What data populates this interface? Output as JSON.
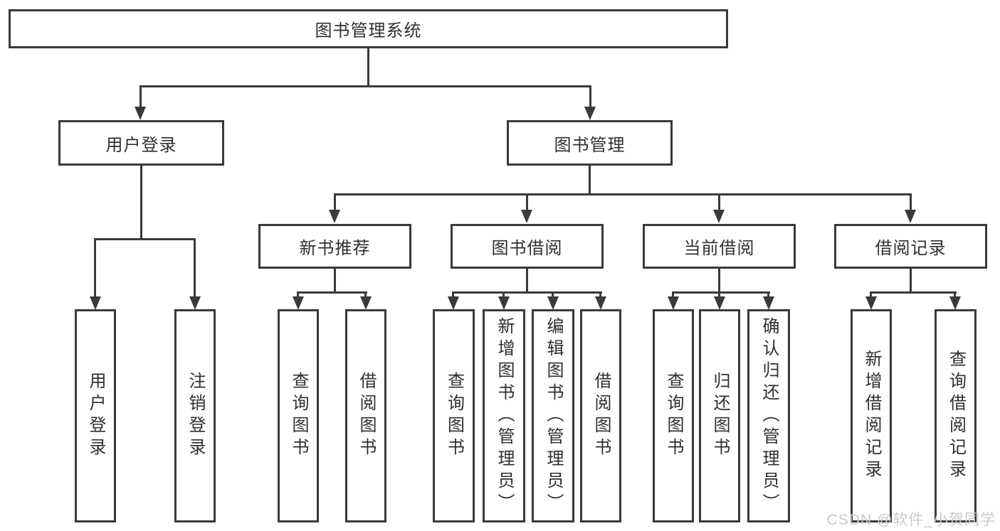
{
  "title": "图书管理系统",
  "watermark": "CSDN @软件_小贺同学",
  "tree": {
    "label": "图书管理系统",
    "children": [
      {
        "label": "用户登录",
        "children": [
          {
            "label": "用户登录"
          },
          {
            "label": "注销登录"
          }
        ]
      },
      {
        "label": "图书管理",
        "children": [
          {
            "label": "新书推荐",
            "children": [
              {
                "label": "查询图书"
              },
              {
                "label": "借阅图书"
              }
            ]
          },
          {
            "label": "图书借阅",
            "children": [
              {
                "label": "查询图书"
              },
              {
                "label": "新增图书（管理员）"
              },
              {
                "label": "编辑图书（管理员）"
              },
              {
                "label": "借阅图书"
              }
            ]
          },
          {
            "label": "当前借阅",
            "children": [
              {
                "label": "查询图书"
              },
              {
                "label": "归还图书"
              },
              {
                "label": "确认归还（管理员）"
              }
            ]
          },
          {
            "label": "借阅记录",
            "children": [
              {
                "label": "新增借阅记录"
              },
              {
                "label": "查询借阅记录"
              }
            ]
          }
        ]
      }
    ]
  }
}
